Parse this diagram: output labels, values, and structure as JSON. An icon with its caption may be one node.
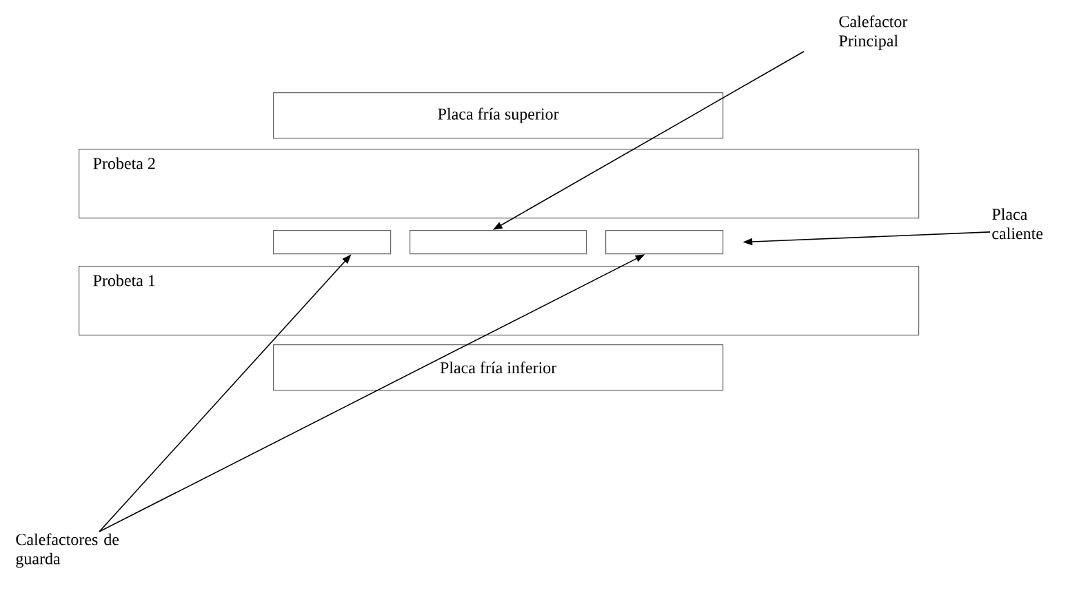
{
  "diagram": {
    "nodes": [
      {
        "text": [
          "Calefactor Principal"
        ]
      },
      {
        "text": [
          "Placa fría superior"
        ]
      },
      {
        "text": [
          "Probeta 2"
        ]
      },
      {
        "text": [],
        "shape": "box"
      },
      {
        "text": [],
        "shape": "box"
      },
      {
        "text": [],
        "shape": "box"
      },
      {
        "text": [
          "Placa caliente"
        ]
      },
      {
        "text": [
          "Probeta 1"
        ]
      },
      {
        "text": [
          "Placa fría inferior"
        ]
      },
      {
        "text": [
          "Calefactores de guarda"
        ]
      }
    ],
    "edges": [
      {
        "from": 0,
        "to": 4,
        "arrow": "to"
      },
      {
        "from": 6,
        "to": 5,
        "arrow": "to"
      },
      {
        "from": 9,
        "to": 3,
        "arrow": "to"
      },
      {
        "from": 9,
        "to": 5,
        "arrow": "to"
      }
    ]
  }
}
